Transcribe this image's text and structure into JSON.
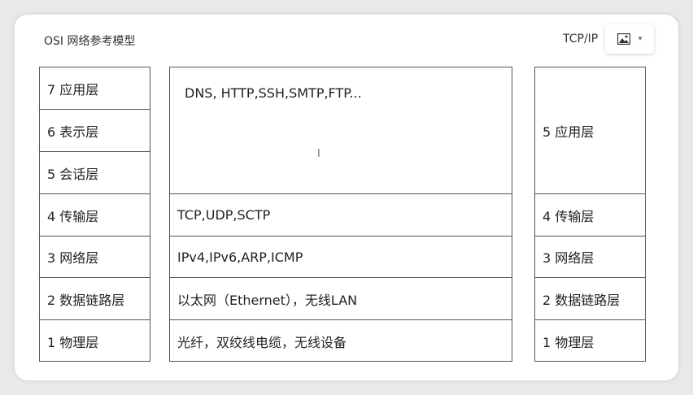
{
  "header": {
    "left_title": "OSI 网络参考模型",
    "right_title": "TCP/IP"
  },
  "toolbar": {
    "image_button_icon": "image-icon",
    "dropdown_caret": "▾"
  },
  "osi": {
    "layers": [
      "7 应用层",
      "6 表示层",
      "5 会话层",
      "4 传输层",
      "3 网络层",
      "2 数据链路层",
      "1 物理层"
    ]
  },
  "protocols": {
    "application": "DNS, HTTP,SSH,SMTP,FTP...",
    "transport": "TCP,UDP,SCTP",
    "network": "IPv4,IPv6,ARP,ICMP",
    "datalink": "以太网（Ethernet），无线LAN",
    "physical": "光纤，双绞线电缆，无线设备"
  },
  "tcpip": {
    "layers": [
      "5 应用层",
      "4 传输层",
      "3 网络层",
      "2 数据链路层",
      "1 物理层"
    ]
  },
  "cursor_glyph": "I"
}
